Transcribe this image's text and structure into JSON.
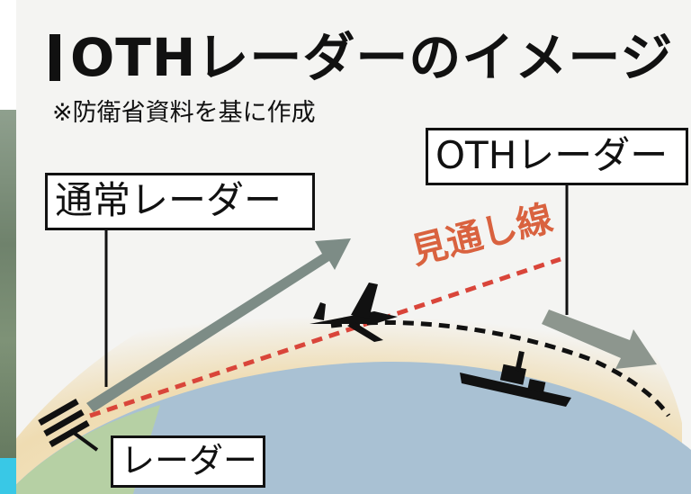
{
  "title": "OTHレーダーのイメージ",
  "subtitle": "※防衛省資料を基に作成",
  "labels": {
    "normal_radar": "通常レーダー",
    "oth_radar": "OTHレーダー",
    "radar": "レーダー",
    "line_of_sight": "見通し線"
  },
  "colors": {
    "earth": "#a9c1d3",
    "ground": "#b6d0a4",
    "atmosphere": "#f0e6cc",
    "line_of_sight": "#d9453a",
    "normal_arrow": "#7d8c86",
    "oth_arrow": "#8d968e",
    "ink": "#111111"
  },
  "icons": [
    "radar-antenna-icon",
    "fighter-jet-icon",
    "warship-icon"
  ]
}
